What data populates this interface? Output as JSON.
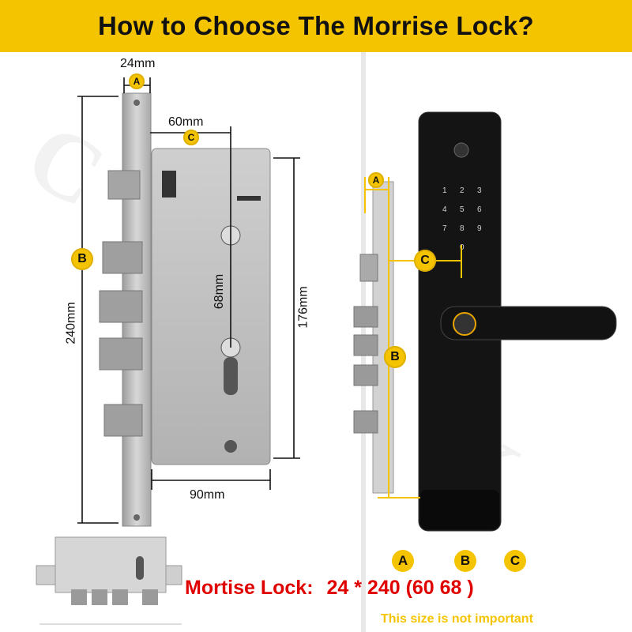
{
  "header": {
    "title": "How to Choose The Morrise Lock?"
  },
  "dimensions": {
    "a_width": "24mm",
    "c_backset": "60mm",
    "center_distance": "68mm",
    "body_height": "176mm",
    "faceplate_length": "240mm",
    "body_width": "90mm"
  },
  "badges": {
    "a": "A",
    "b": "B",
    "c": "C"
  },
  "caption": {
    "label": "Mortise Lock:",
    "value": "24 * 240 (60 68 )",
    "note": "This size is not important"
  },
  "colors": {
    "accent": "#f5c400",
    "spec_text": "#e00000",
    "lock_body": "#b8b8b8",
    "smart_lock": "#111111"
  }
}
